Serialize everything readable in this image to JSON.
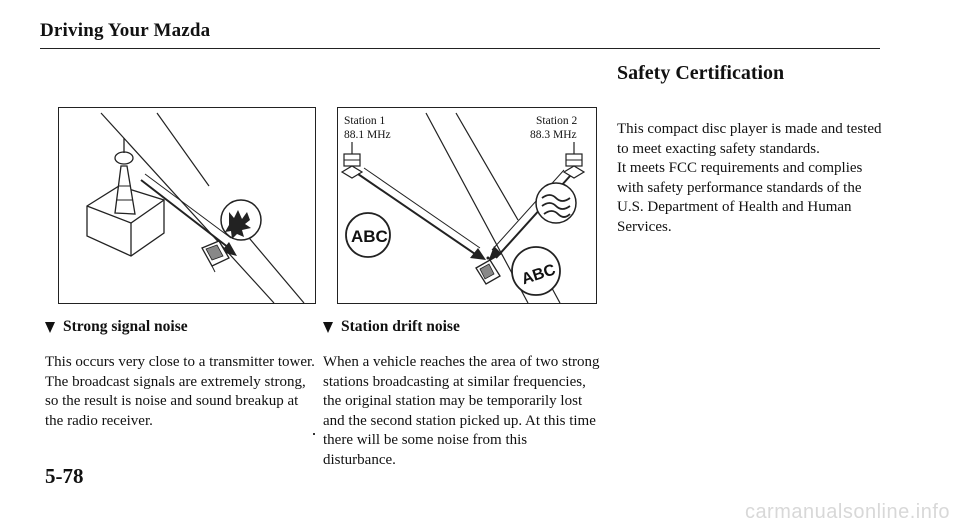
{
  "header": {
    "title": "Driving Your Mazda"
  },
  "section": {
    "title": "Safety Certification",
    "paragraph": "This compact disc player is made and tested to meet exacting safety standards.",
    "paragraph2": "It meets FCC requirements and complies with safety performance standards of the U.S. Department of Health and Human Services."
  },
  "figure_left": {
    "caption": "Strong signal noise",
    "body": "This occurs very close to a transmitter tower. The broadcast signals are extremely strong, so the result is noise and sound breakup at the radio receiver."
  },
  "figure_right": {
    "station1_name": "Station 1",
    "station1_freq": "88.1 MHz",
    "station2_name": "Station 2",
    "station2_freq": "88.3 MHz",
    "bubble_left": "ABC",
    "bubble_right": "ABC",
    "caption": "Station drift noise",
    "body": "When a vehicle reaches the area of two strong stations broadcasting at similar frequencies, the original station may be temporarily lost and the second station picked up. At this time there will be some noise from this disturbance."
  },
  "page": {
    "number": "5-78"
  },
  "watermark": {
    "text": "carmanualsonline.info"
  },
  "icons": {
    "caption_marker": "triangle-down-icon",
    "tower": "radio-tower-icon",
    "car": "car-icon",
    "noise": "noise-burst-icon"
  }
}
